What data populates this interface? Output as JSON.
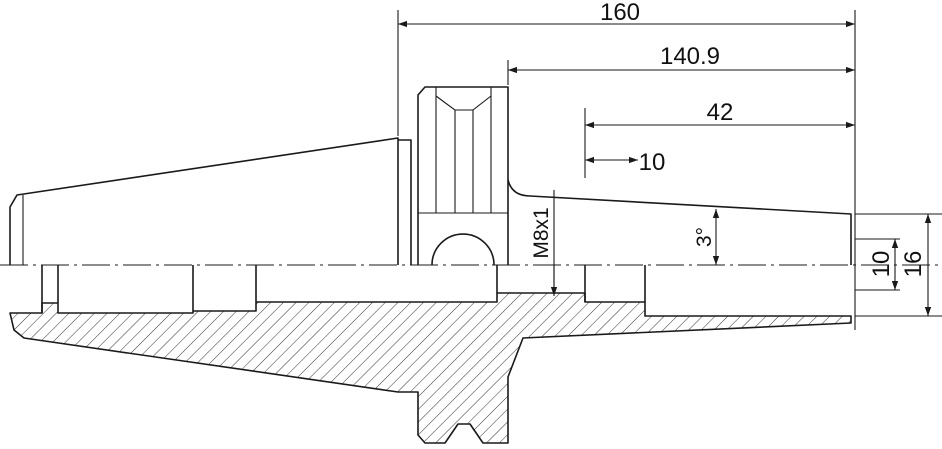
{
  "dimensions": {
    "overall_length": "160",
    "gauge_length": "140.9",
    "bore_depth": "42",
    "step_depth": "10",
    "taper_angle": "3°",
    "thread": "M8x1",
    "small_diameter": "10",
    "large_diameter": "16"
  },
  "colors": {
    "line": "#1a1a1a",
    "background": "#ffffff"
  }
}
